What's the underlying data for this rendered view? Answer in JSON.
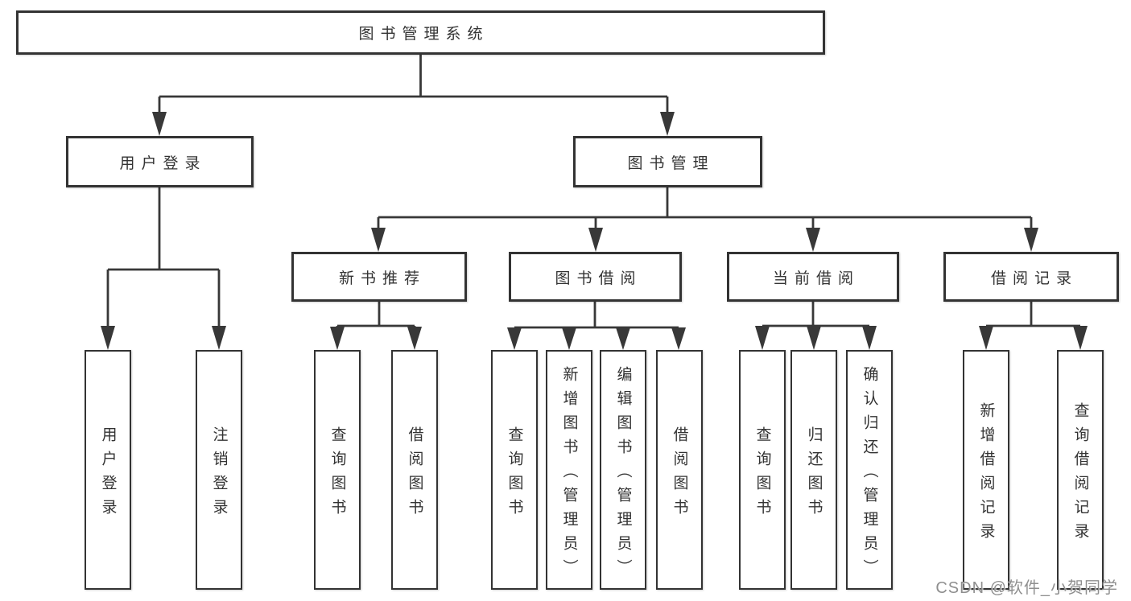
{
  "diagram": {
    "root": {
      "label": "图书管理系统"
    },
    "level1": {
      "user_login": {
        "label": "用户登录"
      },
      "book_mgmt": {
        "label": "图书管理"
      }
    },
    "level2": {
      "new_books": {
        "label": "新书推荐"
      },
      "book_borrow": {
        "label": "图书借阅"
      },
      "current_borrow": {
        "label": "当前借阅"
      },
      "borrow_records": {
        "label": "借阅记录"
      }
    },
    "leaves": {
      "ul_login": "用户登录",
      "ul_logout": "注销登录",
      "nb_query": "查询图书",
      "nb_borrow": "借阅图书",
      "bb_query": "查询图书",
      "bb_add": "新增图书（管理员）",
      "bb_edit": "编辑图书（管理员）",
      "bb_borrow": "借阅图书",
      "cb_query": "查询图书",
      "cb_return": "归还图书",
      "cb_confirm": "确认归还（管理员）",
      "br_add": "新增借阅记录",
      "br_query": "查询借阅记录"
    }
  },
  "colors": {
    "line": "#383838",
    "box_border": "#333333",
    "text": "#333333",
    "watermark": "#8f8f8f"
  },
  "watermark": {
    "text": "CSDN @软件_小贺同学"
  }
}
